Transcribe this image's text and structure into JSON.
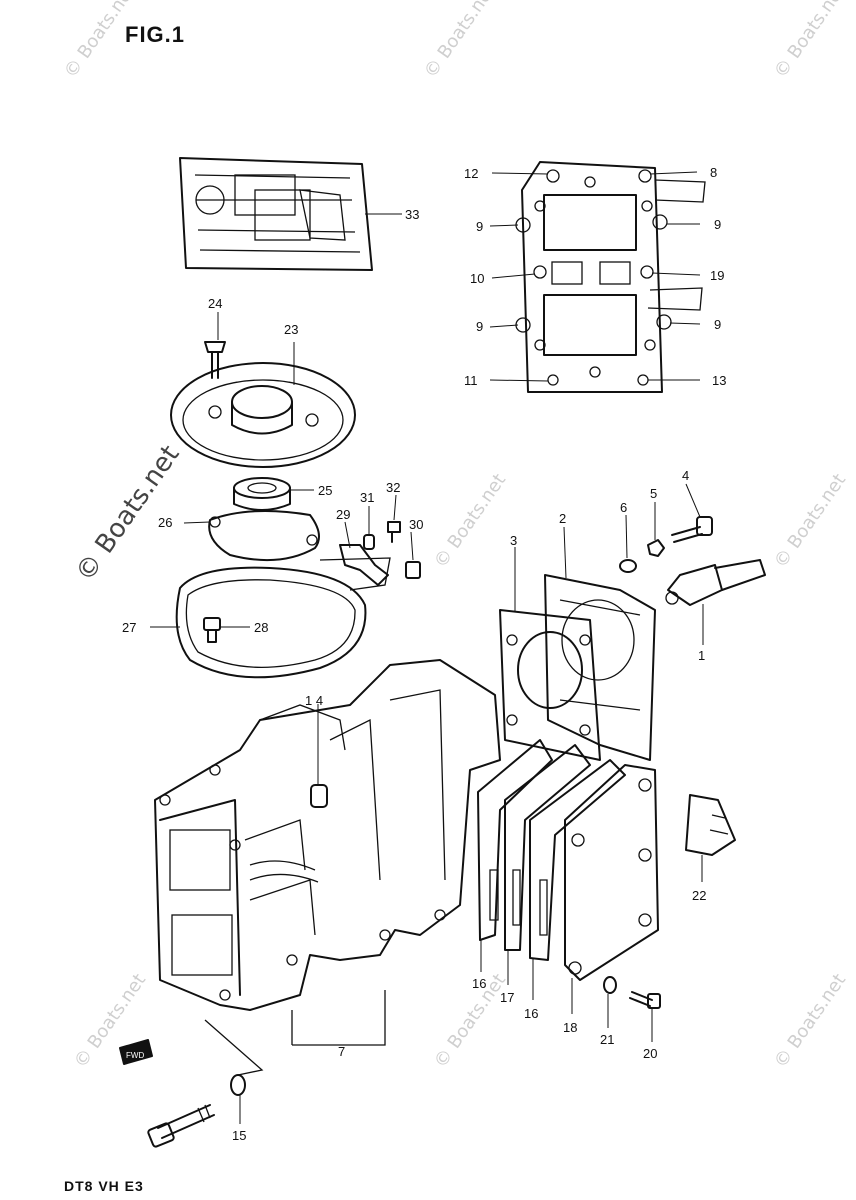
{
  "figure": {
    "title": "FIG.1",
    "model_code": "DT8 VH E3"
  },
  "watermark": {
    "text": "© Boats.net"
  },
  "callouts": {
    "p1": "1",
    "p2": "2",
    "p3": "3",
    "p4": "4",
    "p5": "5",
    "p6": "6",
    "p7": "7",
    "p8": "8",
    "p9a": "9",
    "p9b": "9",
    "p9c": "9",
    "p9d": "9",
    "p10": "10",
    "p11": "11",
    "p12": "12",
    "p13": "13",
    "p14": "1 4",
    "p15": "15",
    "p16a": "16",
    "p16b": "16",
    "p17": "17",
    "p18": "18",
    "p19": "19",
    "p20": "20",
    "p21": "21",
    "p22": "22",
    "p23": "23",
    "p24": "24",
    "p25": "25",
    "p26": "26",
    "p27": "27",
    "p28": "28",
    "p29": "29",
    "p30": "30",
    "p31": "31",
    "p32": "32",
    "p33": "33"
  },
  "badge": {
    "label": "FWD"
  }
}
